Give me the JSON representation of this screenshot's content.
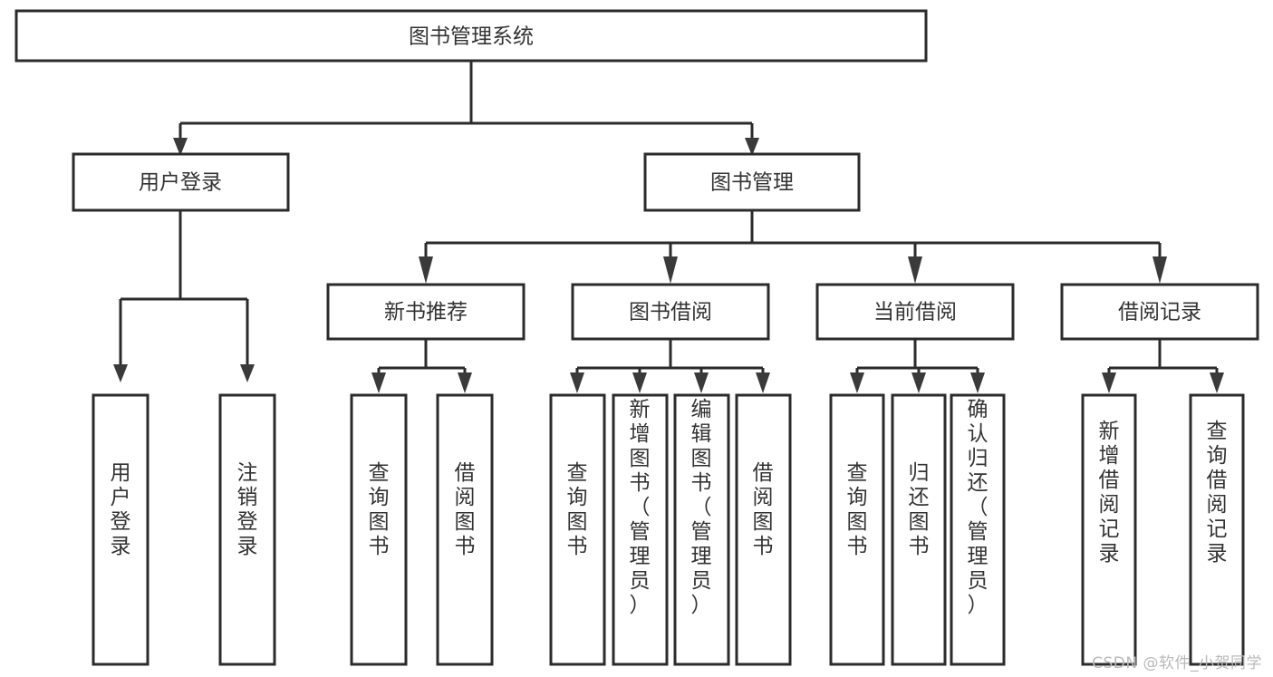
{
  "diagram": {
    "type": "tree",
    "title": "图书管理系统",
    "watermark": "CSDN @软件_小贺同学",
    "colors": {
      "box_stroke": "#2b2b2b",
      "box_fill": "#ffffff",
      "text": "#333333",
      "watermark": "#b9b9b9",
      "background": "#ffffff"
    },
    "nodes": {
      "root": {
        "label": "图书管理系统"
      },
      "level1": [
        {
          "label": "用户登录"
        },
        {
          "label": "图书管理"
        }
      ],
      "level2": [
        {
          "label": "新书推荐"
        },
        {
          "label": "图书借阅"
        },
        {
          "label": "当前借阅"
        },
        {
          "label": "借阅记录"
        }
      ],
      "leaves_user_login": [
        {
          "label": "用户登录"
        },
        {
          "label": "注销登录"
        }
      ],
      "leaves_new_books": [
        {
          "label": "查询图书"
        },
        {
          "label": "借阅图书"
        }
      ],
      "leaves_borrow": [
        {
          "label": "查询图书"
        },
        {
          "label": "新增图书（管理员）"
        },
        {
          "label": "编辑图书（管理员）"
        },
        {
          "label": "借阅图书"
        }
      ],
      "leaves_current": [
        {
          "label": "查询图书"
        },
        {
          "label": "归还图书"
        },
        {
          "label": "确认归还（管理员）"
        }
      ],
      "leaves_records": [
        {
          "label": "新增借阅记录"
        },
        {
          "label": "查询借阅记录"
        }
      ]
    }
  }
}
